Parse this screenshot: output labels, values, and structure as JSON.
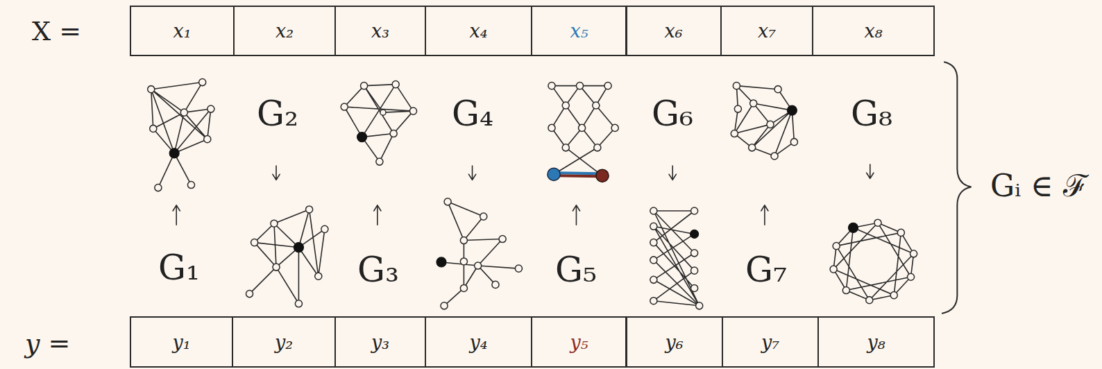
{
  "diagram": {
    "nodes": [
      {
        "text": [
          "x₁"
        ]
      },
      {
        "text": [
          "x₂"
        ]
      },
      {
        "text": [
          "x₃"
        ]
      },
      {
        "text": [
          "x₄"
        ]
      },
      {
        "text": [
          "x₅"
        ]
      },
      {
        "text": [
          "x₆"
        ]
      },
      {
        "text": [
          "x₇"
        ]
      },
      {
        "text": [
          "x₈"
        ]
      },
      {
        "text": [
          "y₁"
        ]
      },
      {
        "text": [
          "y₂"
        ]
      },
      {
        "text": [
          "y₃"
        ]
      },
      {
        "text": [
          "y₄"
        ]
      },
      {
        "text": [
          "y₅"
        ]
      },
      {
        "text": [
          "y₆"
        ]
      },
      {
        "text": [
          "y₇"
        ]
      },
      {
        "text": [
          "y₈"
        ]
      }
    ],
    "labels": [
      "X =",
      "G₁",
      "G₂",
      "G₃",
      "G₄",
      "G₅",
      "G₆",
      "G₇",
      "G₈",
      "y =",
      "Gᵢ ∈ ℱ"
    ]
  }
}
